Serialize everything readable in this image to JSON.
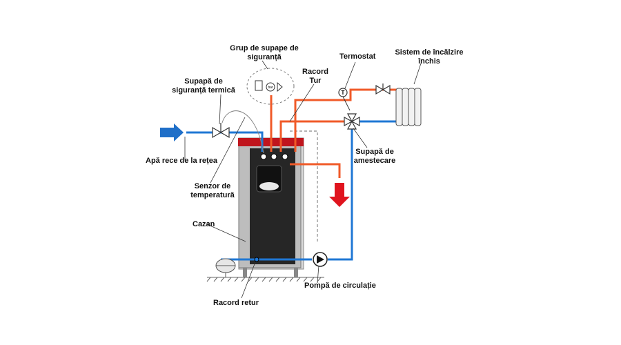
{
  "labels": {
    "safety_valve_group_l1": "Grup de supape de",
    "safety_valve_group_l2": "siguranță",
    "thermostat": "Termostat",
    "heating_system_l1": "Sistem de încălzire",
    "heating_system_l2": "închis",
    "thermal_valve_l1": "Supapă de",
    "thermal_valve_l2": "siguranță termică",
    "flow_connection_l1": "Racord",
    "flow_connection_l2": "Tur",
    "cold_water": "Apă rece de la rețea",
    "temp_sensor_l1": "Senzor de",
    "temp_sensor_l2": "temperatură",
    "mixing_valve_l1": "Supapă de",
    "mixing_valve_l2": "amestecare",
    "boiler": "Cazan",
    "circulation_pump": "Pompă de circulație",
    "return_connection": "Racord retur",
    "thermostat_symbol": "T",
    "pressure_unit": "bar"
  },
  "colors": {
    "hot_pipe": "#f05a28",
    "cold_pipe": "#1f77d4",
    "boiler_cap": "#c0151d",
    "boiler_body": "#222222",
    "boiler_frame": "#b9b9b9",
    "flow_arrow_red": "#e0141e",
    "inlet_arrow_blue": "#1f6fc8"
  }
}
